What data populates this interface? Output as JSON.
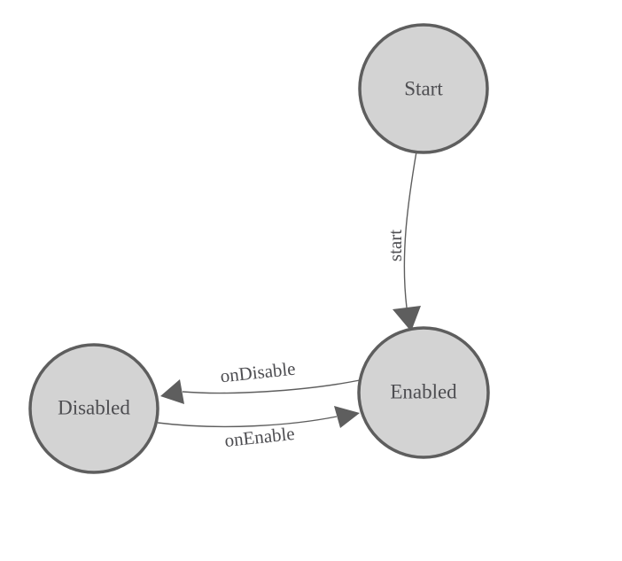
{
  "diagram": {
    "type": "state-machine",
    "states": [
      {
        "id": "start",
        "label": "Start"
      },
      {
        "id": "enabled",
        "label": "Enabled"
      },
      {
        "id": "disabled",
        "label": "Disabled"
      }
    ],
    "transitions": [
      {
        "from": "Start",
        "to": "Enabled",
        "label": "start"
      },
      {
        "from": "Enabled",
        "to": "Disabled",
        "label": "onDisable"
      },
      {
        "from": "Disabled",
        "to": "Enabled",
        "label": "onEnable"
      }
    ],
    "colors": {
      "background": "#ffffff",
      "node_fill": "#d3d3d3",
      "node_stroke": "#5e5e5e",
      "edge_stroke": "#5e5e5e",
      "arrow_fill": "#5e5e5e",
      "label_color": "#4d4d51"
    }
  }
}
